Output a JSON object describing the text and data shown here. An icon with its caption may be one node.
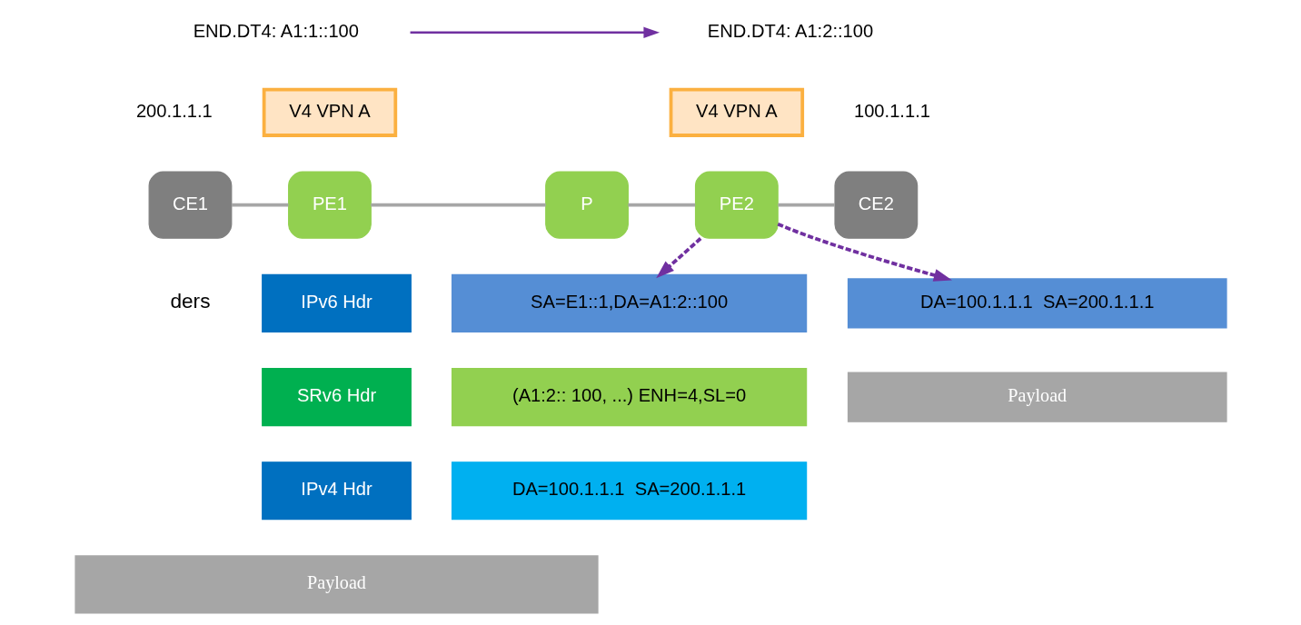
{
  "diagram": {
    "nodes": [
      {
        "text": [
          "CE1"
        ],
        "beside": [
          "200.1.1.1"
        ]
      },
      {
        "text": [
          "V4 VPN A"
        ],
        "beside": [
          "END.DT4: A1:1::100"
        ]
      },
      {
        "text": [
          "PE1"
        ]
      },
      {
        "text": [
          "P"
        ]
      },
      {
        "text": [
          "V4 VPN A"
        ],
        "beside": [
          "END.DT4: A1:2::100"
        ]
      },
      {
        "text": [
          "PE2"
        ]
      },
      {
        "text": [
          "CE2"
        ],
        "beside": [
          "100.1.1.1"
        ]
      },
      {
        "text": [
          "IPv6 Hdr"
        ]
      },
      {
        "text": [
          "SA=E1::1,DA=A1:2::100"
        ]
      },
      {
        "text": [
          "SRv6 Hdr"
        ]
      },
      {
        "text": [
          "(A1:2:: 100, ...) ENH=4,SL=0"
        ]
      },
      {
        "text": [
          "IPv4 Hdr"
        ]
      },
      {
        "text": [
          "DA=100.1.1.1  SA=200.1.1.1"
        ]
      },
      {
        "text": [
          "Payload"
        ]
      },
      {
        "text": [
          "DA=100.1.1.1  SA=200.1.1.1"
        ]
      },
      {
        "text": [
          "Payload"
        ]
      }
    ],
    "edges": [
      {
        "from": 0,
        "to": 2,
        "arrow": "none"
      },
      {
        "from": 2,
        "to": 3,
        "arrow": "none"
      },
      {
        "from": 3,
        "to": 5,
        "arrow": "none"
      },
      {
        "from": 5,
        "to": 6,
        "arrow": "none"
      },
      {
        "from": 5,
        "to": 8,
        "arrow": "to",
        "style": "dashed",
        "color": "#7030a0"
      },
      {
        "from": 5,
        "to": 14,
        "arrow": "to",
        "style": "dashed",
        "color": "#7030a0"
      }
    ],
    "labels": [
      "ders"
    ]
  }
}
